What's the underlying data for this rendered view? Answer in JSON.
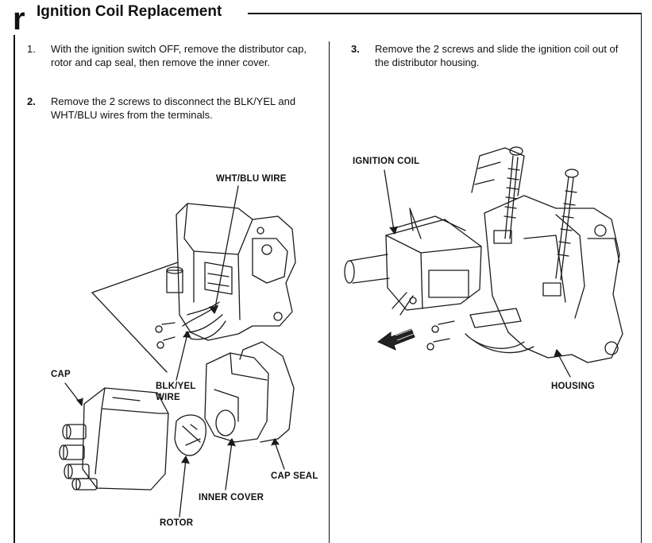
{
  "header": {
    "section_mark": "r",
    "title": "Ignition Coil Replacement"
  },
  "steps": [
    {
      "number": "1.",
      "text": "With the ignition switch OFF, remove the distributor cap, rotor and cap seal, then remove the inner cover."
    },
    {
      "number": "2.",
      "text": "Remove the 2 screws to disconnect the BLK/YEL and WHT/BLU wires from the terminals."
    },
    {
      "number": "3.",
      "text": "Remove the 2 screws and slide the ignition coil out of the distributor housing."
    }
  ],
  "figure_left": {
    "labels": {
      "wht_blu_wire": "WHT/BLU WIRE",
      "cap": "CAP",
      "blk_yel_line1": "BLK/YEL",
      "blk_yel_line2": "WIRE",
      "cap_seal": "CAP SEAL",
      "inner_cover": "INNER COVER",
      "rotor": "ROTOR"
    }
  },
  "figure_right": {
    "labels": {
      "ignition_coil": "IGNITION COIL",
      "housing": "HOUSING"
    }
  }
}
